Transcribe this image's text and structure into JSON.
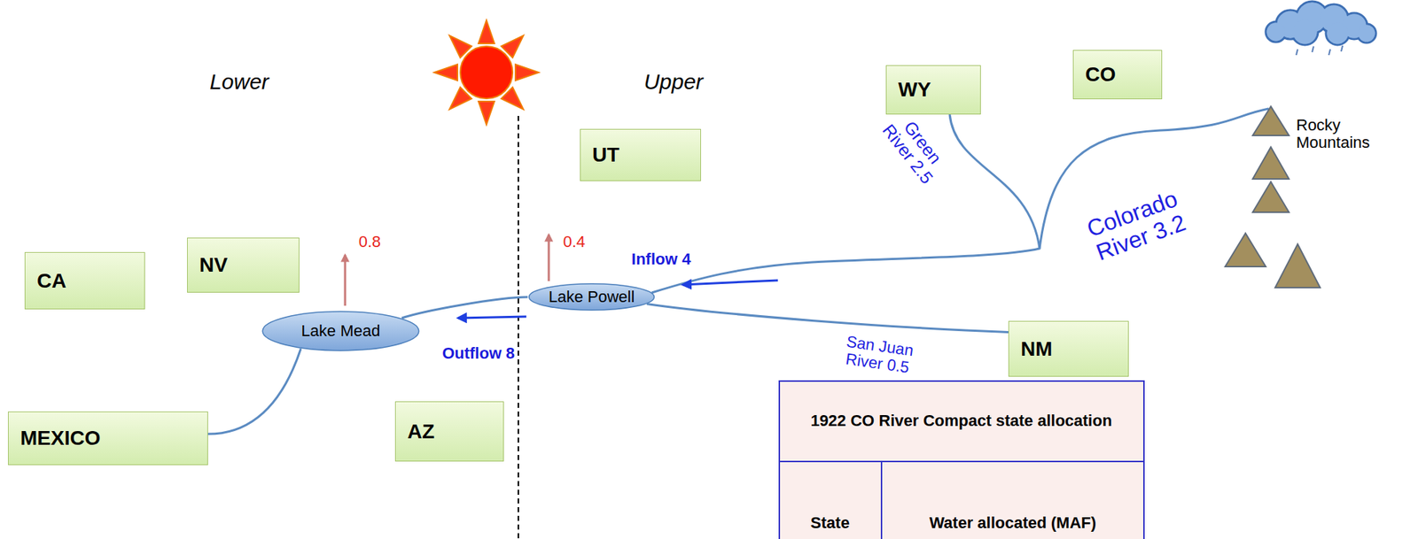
{
  "diagram": {
    "nodes": [
      {
        "text": [
          "WY"
        ]
      },
      {
        "text": [
          "CO"
        ]
      },
      {
        "text": [
          "UT"
        ]
      },
      {
        "text": [
          "NV"
        ]
      },
      {
        "text": [
          "CA"
        ]
      },
      {
        "text": [
          "Lake Powell"
        ]
      },
      {
        "text": [
          "Lake Mead"
        ]
      },
      {
        "text": [
          "NM"
        ]
      },
      {
        "text": [
          "AZ"
        ]
      },
      {
        "text": [
          "MEXICO"
        ]
      }
    ],
    "edges": [
      {
        "from": 5,
        "to": 6,
        "arrow": "none"
      },
      {
        "from": 5,
        "to": 7,
        "arrow": "none"
      },
      {
        "from": 6,
        "to": 9,
        "arrow": "none"
      }
    ],
    "labels": [
      "Lower",
      "Upper",
      "0.8",
      "0.4",
      "Inflow 4",
      "Outflow 8",
      "Green River 2.5",
      "Colorado River 3.2",
      "San Juan River 0.5",
      "Rocky Mountains",
      "1922 CO River Compact state allocation",
      "State",
      "Water allocated (MAF)"
    ]
  }
}
